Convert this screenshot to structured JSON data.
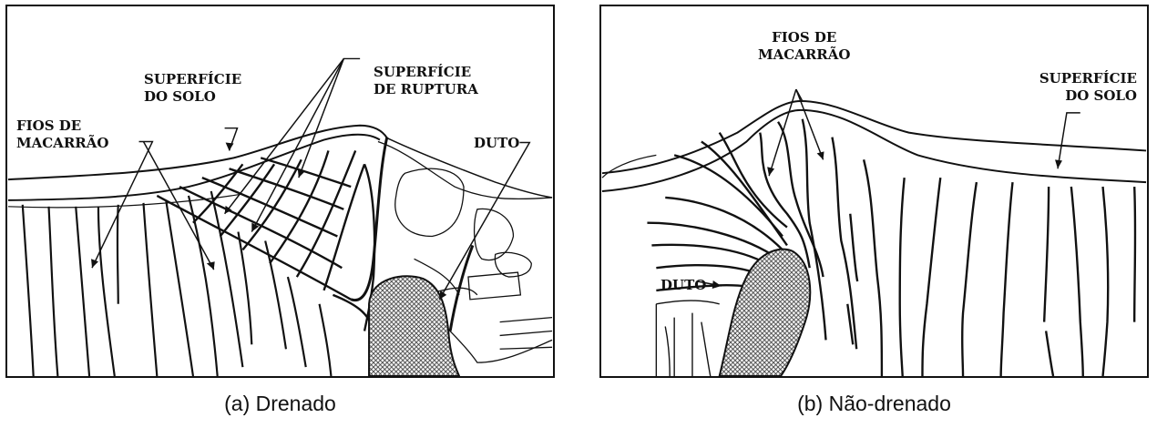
{
  "panel_a": {
    "caption": "(a) Drenado",
    "labels": {
      "superficie_solo_1": "SUPERFÍCIE",
      "superficie_solo_2": "DO SOLO",
      "superficie_ruptura_1": "SUPERFÍCIE",
      "superficie_ruptura_2": "DE RUPTURA",
      "fios_1": "FIOS DE",
      "fios_2": "MACARRÃO",
      "duto": "DUTO"
    }
  },
  "panel_b": {
    "caption": "(b) Não-drenado",
    "labels": {
      "fios_1": "FIOS DE",
      "fios_2": "MACARRÃO",
      "superficie_solo_1": "SUPERFÍCIE",
      "superficie_solo_2": "DO SOLO",
      "duto": "DUTO"
    }
  }
}
